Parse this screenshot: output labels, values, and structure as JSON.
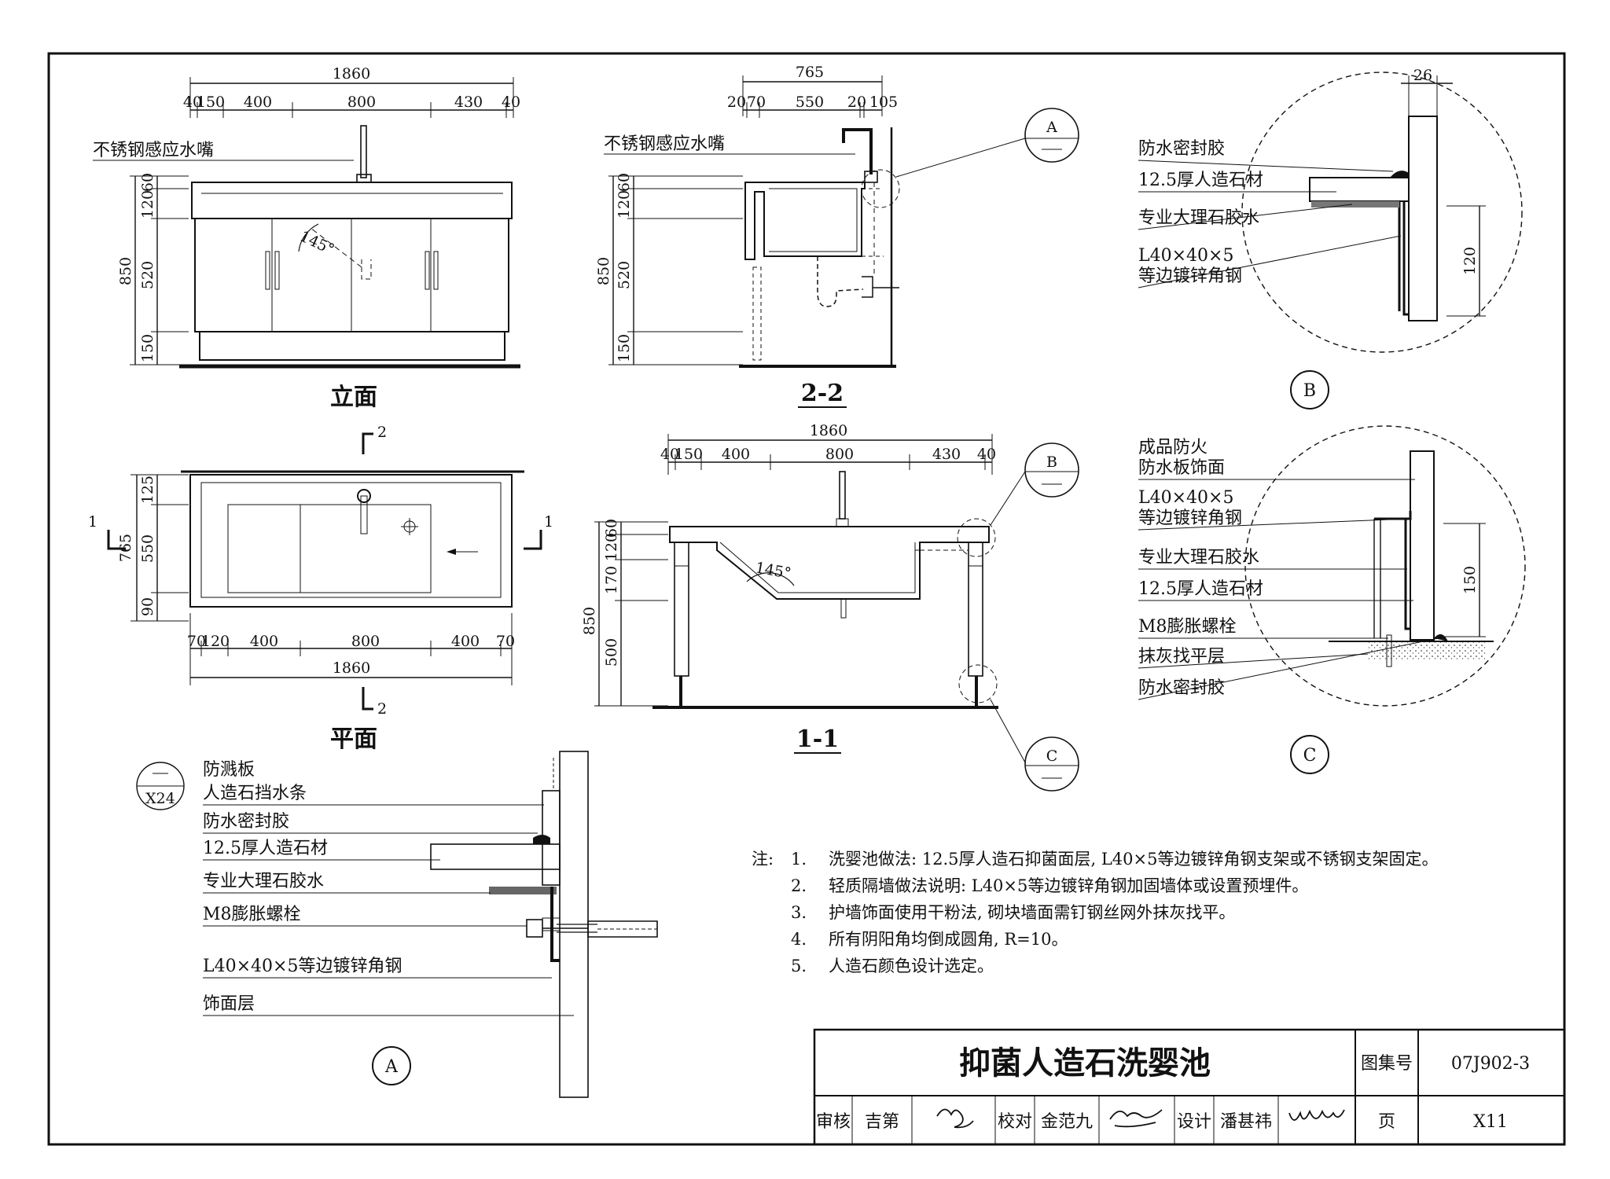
{
  "views": {
    "elevation": {
      "caption": "立面",
      "faucet_label": "不锈钢感应水嘴",
      "dims_top_total": "1860",
      "dims_top": [
        "40",
        "150",
        "400",
        "800",
        "430",
        "40"
      ],
      "dims_left": [
        "850",
        "60",
        "120",
        "520",
        "150"
      ],
      "angle": "145°"
    },
    "plan": {
      "caption": "平面",
      "section_mark_top": "2",
      "section_mark_bottom": "2",
      "section_mark_left": "1",
      "section_mark_right": "1",
      "dims_left": [
        "765",
        "125",
        "550",
        "90"
      ],
      "dims_bottom": [
        "70",
        "120",
        "400",
        "800",
        "400",
        "70"
      ],
      "dims_bottom_total": "1860"
    },
    "section_2_2": {
      "caption": "2-2",
      "faucet_label": "不锈钢感应水嘴",
      "dims_top_total": "765",
      "dims_top": [
        "20",
        "70",
        "550",
        "20",
        "105"
      ],
      "dims_left": [
        "850",
        "60",
        "120",
        "520",
        "150"
      ],
      "detail_mark": "A"
    },
    "section_1_1": {
      "caption": "1-1",
      "dims_top_total": "1860",
      "dims_top": [
        "40",
        "150",
        "400",
        "800",
        "430",
        "40"
      ],
      "dims_left": [
        "850",
        "60",
        "120",
        "170",
        "500"
      ],
      "angle": "145°",
      "detail_mark_b": "B",
      "detail_mark_c": "C"
    }
  },
  "details": {
    "A": {
      "mark": "A",
      "ref_sheet": "X24",
      "labels": [
        "防溅板",
        "人造石挡水条",
        "防水密封胶",
        "12.5厚人造石材",
        "专业大理石胶水",
        "M8膨胀螺栓",
        "L40×40×5等边镀锌角钢",
        "饰面层"
      ]
    },
    "B": {
      "mark": "B",
      "dim_top": "26",
      "dim_right": "120",
      "labels": [
        "防水密封胶",
        "12.5厚人造石材",
        "专业大理石胶水",
        "L40×40×5",
        "等边镀锌角钢"
      ]
    },
    "C": {
      "mark": "C",
      "dim_right": "150",
      "labels": [
        "成品防火",
        "防水板饰面",
        "L40×40×5",
        "等边镀锌角钢",
        "专业大理石胶水",
        "12.5厚人造石材",
        "M8膨胀螺栓",
        "抹灰找平层",
        "防水密封胶"
      ]
    }
  },
  "notes": {
    "prefix": "注:",
    "items": [
      {
        "n": "1.",
        "text": "洗婴池做法: 12.5厚人造石抑菌面层, L40×5等边镀锌角钢支架或不锈钢支架固定。"
      },
      {
        "n": "2.",
        "text": "轻质隔墙做法说明: L40×5等边镀锌角钢加固墙体或设置预埋件。"
      },
      {
        "n": "3.",
        "text": "护墙饰面使用干粉法, 砌块墙面需钉钢丝网外抹灰找平。"
      },
      {
        "n": "4.",
        "text": "所有阴阳角均倒成圆角, R=10。"
      },
      {
        "n": "5.",
        "text": "人造石颜色设计选定。"
      }
    ]
  },
  "title_block": {
    "title": "抑菌人造石洗婴池",
    "atlas_label": "图集号",
    "atlas_no": "07J902-3",
    "review_label": "审核",
    "reviewer": "吉第",
    "check_label": "校对",
    "checker": "金范九",
    "design_label": "设计",
    "designer": "潘甚祎",
    "page_label": "页",
    "page_no": "X11"
  }
}
